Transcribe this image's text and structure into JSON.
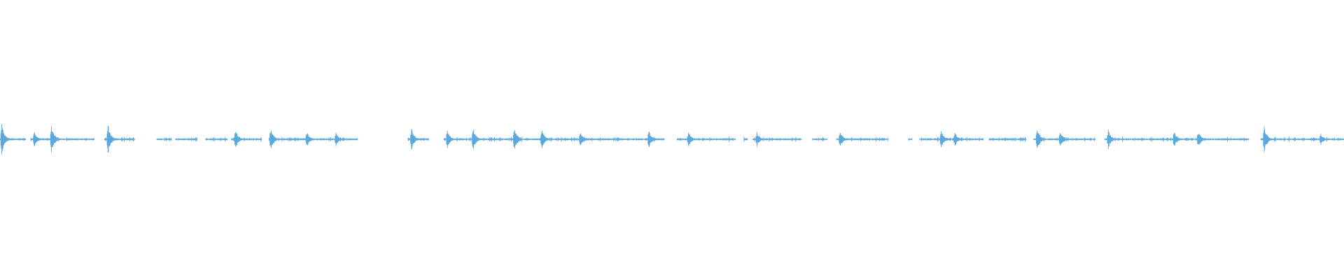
{
  "waveform": {
    "color": "#5aa8dc",
    "background": "#ffffff",
    "segments_seconds": [
      [
        0,
        30
      ],
      [
        36,
        110
      ],
      [
        122,
        157
      ],
      [
        183,
        200
      ],
      [
        205,
        230
      ],
      [
        240,
        265
      ],
      [
        270,
        305
      ],
      [
        314,
        417
      ],
      [
        476,
        500
      ],
      [
        518,
        775
      ],
      [
        790,
        858
      ],
      [
        868,
        872
      ],
      [
        878,
        935
      ],
      [
        948,
        965
      ],
      [
        976,
        1036
      ],
      [
        1060,
        1064
      ],
      [
        1073,
        1147
      ],
      [
        1154,
        1197
      ],
      [
        1206,
        1278
      ],
      [
        1289,
        1457
      ],
      [
        1471,
        1568
      ]
    ],
    "transients": [
      [
        2,
        1.0
      ],
      [
        40,
        0.5
      ],
      [
        60,
        0.85
      ],
      [
        126,
        0.9
      ],
      [
        275,
        0.6
      ],
      [
        316,
        0.65
      ],
      [
        358,
        0.5
      ],
      [
        392,
        0.4
      ],
      [
        480,
        0.7
      ],
      [
        522,
        0.55
      ],
      [
        552,
        0.7
      ],
      [
        600,
        0.75
      ],
      [
        632,
        0.6
      ],
      [
        677,
        0.5
      ],
      [
        757,
        0.55
      ],
      [
        803,
        0.5
      ],
      [
        883,
        0.45
      ],
      [
        980,
        0.55
      ],
      [
        1098,
        0.55
      ],
      [
        1114,
        0.45
      ],
      [
        1210,
        0.75
      ],
      [
        1237,
        0.45
      ],
      [
        1293,
        0.6
      ],
      [
        1370,
        0.5
      ],
      [
        1398,
        0.5
      ],
      [
        1475,
        0.8
      ],
      [
        1541,
        0.35
      ]
    ]
  }
}
